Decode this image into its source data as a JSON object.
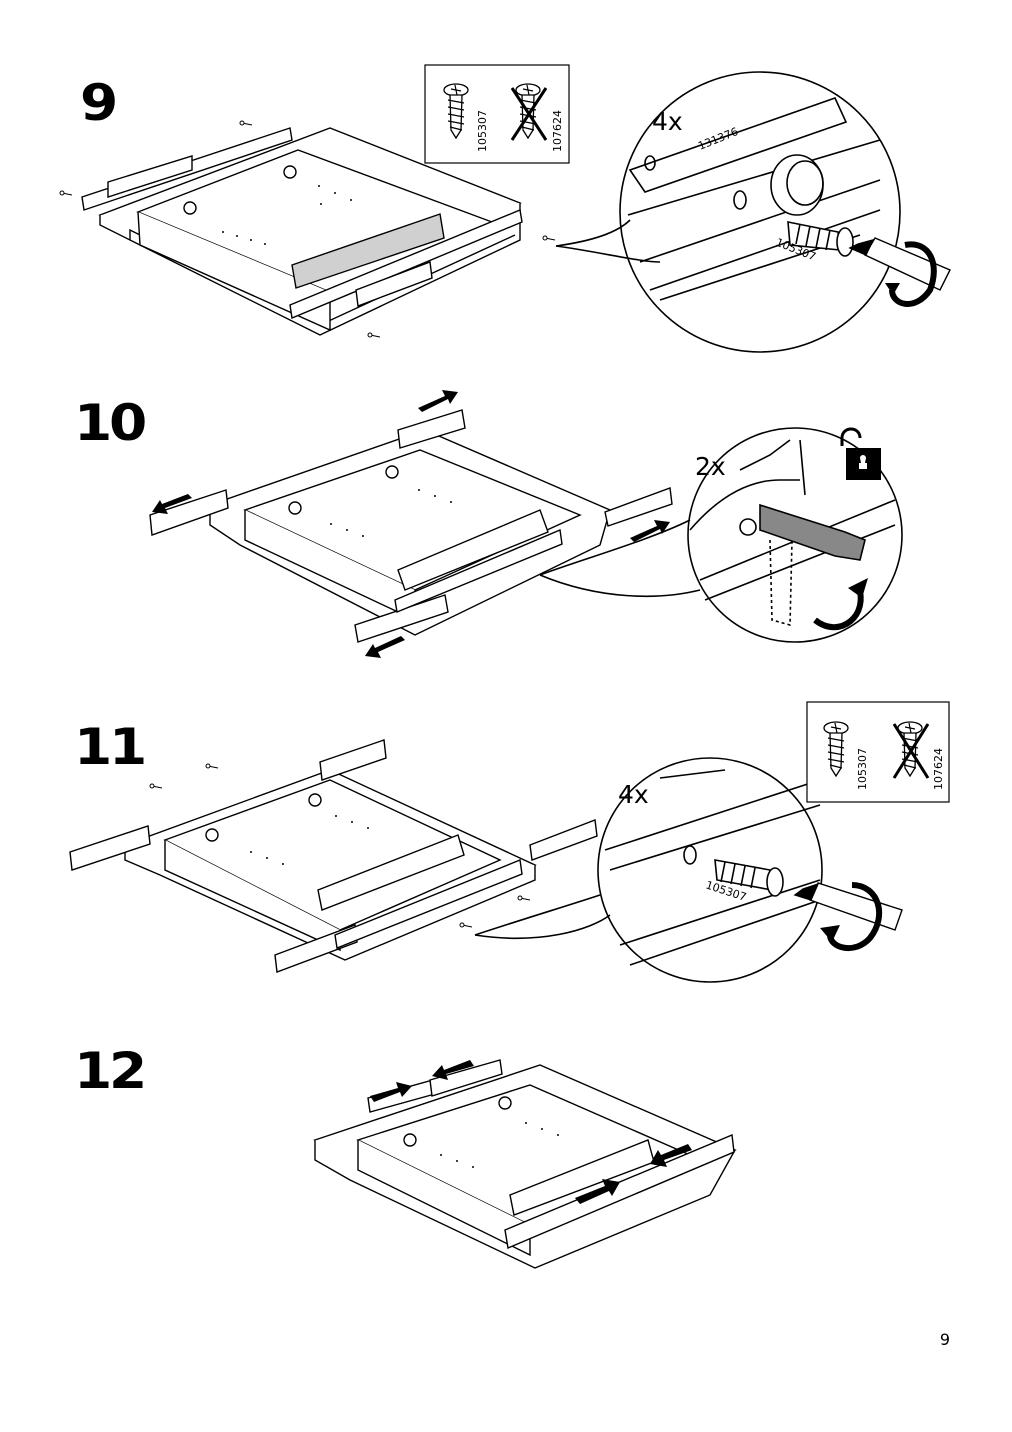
{
  "page_number": "9",
  "steps": [
    {
      "number": "9",
      "quantity": "4x",
      "parts_box": {
        "use": "105307",
        "do_not_use": "107624"
      },
      "detail_codes": [
        "131376",
        "105307"
      ]
    },
    {
      "number": "10",
      "quantity": "2x"
    },
    {
      "number": "11",
      "quantity": "4x",
      "parts_box": {
        "use": "105307",
        "do_not_use": "107624"
      },
      "detail_codes": [
        "105307"
      ]
    },
    {
      "number": "12"
    }
  ],
  "icons": [
    "screw-icon",
    "crossed-screw-icon",
    "screwdriver-icon",
    "rotate-arrow-icon",
    "unlock-icon",
    "direction-arrow-icon"
  ]
}
